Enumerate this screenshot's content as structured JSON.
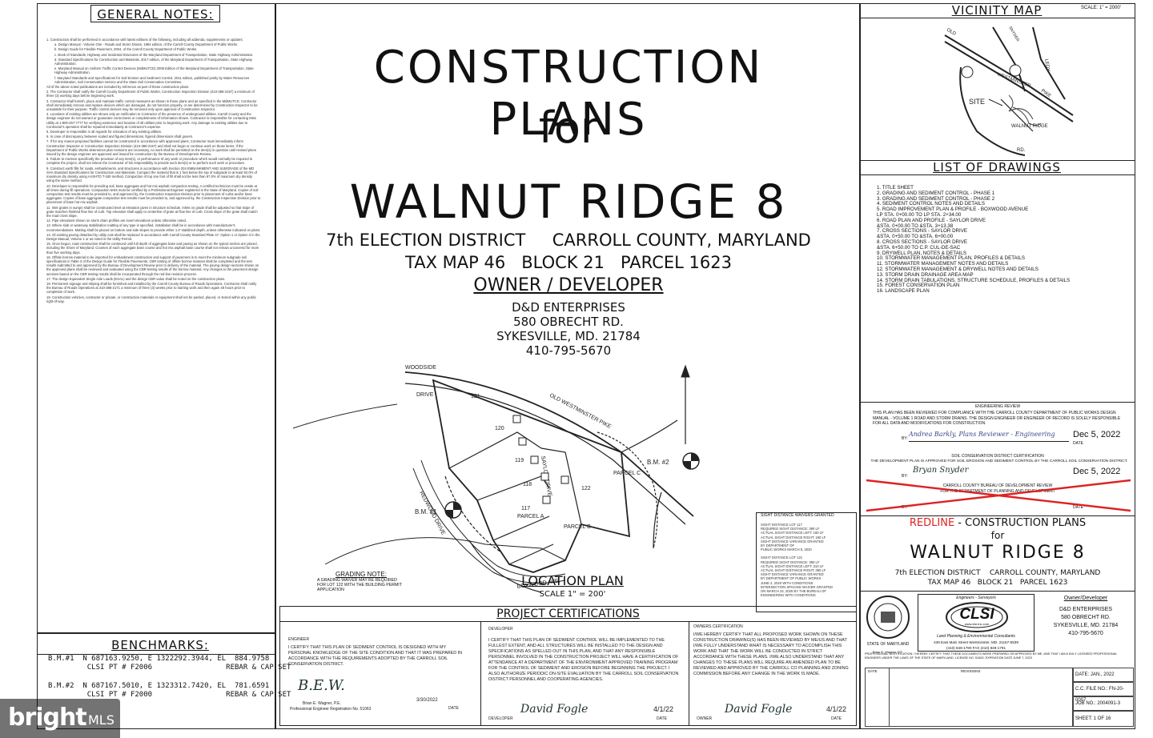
{
  "general_notes": {
    "header": "GENERAL NOTES:",
    "lines": [
      "1. Construction shall be performed in accordance with latest editions of the following, including all addenda, supplements or updates:",
      "a. Design Manual - Volume One - Roads and Storm Drains, 1994 edition, of the Carroll County Department of Public Works.",
      "b. Design Guide for Flexible Pavement, 2004, of the Carroll County Department of Public Works.",
      "c. Book of Standards, Highway and Incidental Structures of the Maryland Department of Transportation, State Highway Administration.",
      "d. Standard Specifications for Construction and Materials, 2017 edition, of the Maryland Department of Transportation, State Highway Administration.",
      "e. Maryland Manual on Uniform Traffic Control Devices (MdMUTCD) 2009 Edition of the Maryland Department of Transportation, State Highway Administration.",
      "f. Maryland Standards and Specifications for Soil Erosion and Sediment Control, 2011 edition, published jointly by Water Resources Administration, Soil Conservation Service and the State Soil Conservation Committee.",
      "All of the above noted publications are included by reference as part of these construction plans.",
      "2. The Contractor shall notify the Carroll County Department of Public Works, Construction Inspection Division (410-386-2157) a minimum of three (3) working days before beginning work.",
      "3. Contractor shall furnish, place and maintain traffic control measures as shown in these plans and as specified in the MdMUTCD. Contractor shall immediately remove and replace devices which are damaged, do not function properly, or are determined by Construction Inspector to be unsuitable for their purpose. Traffic control devices may be removed only upon approval of Construction Inspector.",
      "4. Locations of existing utilities are shown only as notification to Contractor of the presence of underground utilities. Carroll County and the design engineer do not warrant or guarantee correctness or completeness of information shown. Contractor is responsible for contacting Miss Utility at 1-800-257-7777 for verifying existence and location of all utilities prior to beginning work. Any damage to existing utilities due to Contractor's operation shall be repaired immediately at Contractor's expense.",
      "5. Developer is responsible in all regards for relocation of any existing utilities.",
      "6. In case of discrepancy between scaled and figured dimensions, figured dimensions shall govern.",
      "7. If for any reason proposed facilities cannot be constructed in accordance with approved plans, Contractor must immediately inform Construction Inspector or Construction Inspection Division (410-386-2157) and shall not begin or continue work on those items. If the Department of Public Works determines plan revisions are necessary, no work shall be permitted on the item(s) in question until revised plans issued by the design engineer are approved and issued for construction by the Bureau of Development Review.",
      "8. Failure to mention specifically the provision of any item(s), or performance of any work or procedure which would normally be required to complete the project, shall not relieve the Contractor of his responsibility to provide such item(s) or to perform such work or procedure.",
      "9. Construct earth fills for roads, embankments, and structures in accordance with Section 204 EMBANKMENT AND SUBGRADE of the MD SHA Standard Specifications for Construction and Materials. Compact the material that is 1 foot below the top of subgrade to at least 92.0% of maximum dry density using AASHTO T-180 method. Compaction of top one foot of fill shall not be less than 97.0% of maximum dry density using the same method.",
      "10. Developer is responsible for providing soil, base aggregate and hot mix asphalt compaction testing. A certified technician must be onsite at all times during fill operations. Compaction tests must be certified by a Professional Engineer registered in the State of Maryland. Copies of soil compaction test results must be provided to, and approved by, the Construction Inspection Division prior to placement of curbs and/or base aggregate. Copies of base aggregate compaction test results must be provided to, and approved by, the Construction Inspection Division prior to placement of base hot mix asphalt.",
      "11. Inlet grates in sumps shall be constructed level at elevation given in structure schedule. Inlets on grade shall be adjusted so that slope of grate matches finished flow line of curb. Top elevation shall apply to centerline of grate at flow line of curb. Cross slope of the grate shall match the road cross slope.",
      "12. Pipe elevations shown on storm drain profiles are invert elevations unless otherwise noted.",
      "13. Where slab or waterway stabilization matting of any type is specified, installation shall be in accordance with manufacturer's recommendations. Matting shall be placed on bottom and side slopes to provide either 1.0' stabilized depth, unless otherwise indicated on plans.",
      "14. All existing paving disturbed by utility cuts shall be replaced in accordance with Carroll County Standard Plate 47, Option 1 or Option 3 in the Design Manual, Volume 1 or as noted in the Utility Permit.",
      "15. Once begun, road construction shall be continued until full depth of aggregate base and paving as shown on the typical section are placed, including the Shore of Maryland. Courses of each aggregate base course and hot mix asphalt base course shall not remain uncovered for more than five working days.",
      "16. Offsite borrow material to be imported for embankment construction and support of pavement is to meet the minimum subgrade soil specifications in Table 3 of the Design Guide for Flexible Pavements. CBR testing of offsite borrow material shall be completed and the test results submitted to and approved by the Bureau of Development Review prior to delivery of the material. The paving design sections shown on the approved plans shall be reviewed and evaluated using the CBR testing results of the borrow material. Any changes to the pavement design sections based on the CBR testing results shall be incorporated through the red-line revision process.",
      "17. The design Equivalent Single Axle Loads (ESAL) and the design CBR value shall be noted on the construction plans.",
      "18. Permanent signage and striping shall be furnished and installed by the Carroll County Bureau of Roads Operations. Contractor shall notify the Bureau of Roads Operations at 410-386-2171 a minimum of three (3) weeks prior to starting work and then again 48 hours prior to completion of work.",
      "19. Construction vehicles, contractor or private, or construction materials or equipment shall not be parked, placed, or stored within any public right-of-way."
    ]
  },
  "benchmarks": {
    "header": "BENCHMARKS:",
    "rows": [
      "B.M.#1  N 687163.9250, E 1322292.3944, EL  884.9758\n         CLSI PT # F2006                 REBAR & CAP SET",
      "B.M.#2  N 687167.5010, E 1323312.7420, EL  781.6591\n         CLSI PT # F2000                 REBAR & CAP SET"
    ]
  },
  "title": {
    "line1": "CONSTRUCTION PLANS",
    "line2": "for",
    "line3": "WALNUT RIDGE 8",
    "line4": "7th ELECTION DISTRICT     CARROLL COUNTY, MARYLAND",
    "line5": "TAX MAP 46   BLOCK 21   PARCEL 1623",
    "owner_header": "OWNER / DEVELOPER",
    "owner_lines": [
      "D&D ENTERPRISES",
      "580 OBRECHT RD.",
      "SYKESVILLE, MD. 21784",
      "410-795-5670"
    ]
  },
  "location_plan": {
    "label": "LOCATION PLAN",
    "scale": "SCALE  1\" = 200'",
    "roads": [
      "WOODSIDE",
      "DRIVE",
      "OLD WESTMINSTER PIKE",
      "REDWOOD DRIVE",
      "BOXWOOD AVE.",
      "SAYLOR DRIVE"
    ],
    "lots": [
      "121",
      "120",
      "119",
      "118",
      "117",
      "122"
    ],
    "parcels": [
      "PARCEL C",
      "PARCEL A",
      "PARCEL B"
    ],
    "benchmarks": [
      "B.M. #1",
      "B.M. #2"
    ],
    "grading_note_title": "GRADING NOTE:",
    "grading_note_body": "A GRADING WAIVER MAY BE REQUIRED FOR LOT 122 WITH THE BUILDING PERMIT APPLICATION",
    "sight_title": "SIGHT DISTANCE WAIVERS GRANTED",
    "sight_lines": [
      "SIGHT DISTANCE LOT 117",
      "REQUIRED SIGHT DISTANCE: 390 LF",
      "ACTUAL SIGHT DISTANCE LEFT: 180 LF",
      "ACTUAL SIGHT DISTANCE RIGHT: 180 LF",
      "SIGHT DISTANCE VARIANCE GRANTED",
      "BY DEPARTMENT OF",
      "PUBLIC WORKS MARCH 5, 2020",
      "",
      "SIGHT DISTANCE LOT 121",
      "REQUIRED SIGHT DISTANCE: 390 LF",
      "ACTUAL SIGHT DISTANCE LEFT: 310 LF",
      "ACTUAL SIGHT DISTANCE RIGHT: 390 LF",
      "SIGHT DISTANCE VARIANCE GRANTED",
      "BY DEPARTMENT OF PUBLIC WORKS",
      "JUNE 2, 2020 WITH CONDITIONS",
      "INTERSECTION SPACING WAIVER GRANTED",
      "ON MARCH 23, 2020 BY THE BUREAU OF",
      "ENGINEERING WITH CONDITIONS"
    ]
  },
  "certifications": {
    "header": "PROJECT CERTIFICATIONS",
    "engineer_label": "ENGINEER",
    "engineer_text": "I CERTIFY THAT THIS PLAN OF SEDIMENT CONTROL IS DESIGNED WITH MY PERSONAL KNOWLEDGE OF THE SITE CONDITION AND THAT IT WAS PREPARED IN ACCORDANCE WITH THE REQUIREMENTS ADOPTED BY THE CARROLL SOIL CONSERVATION DISTRICT.",
    "engineer_name": "Brian E. Wagner, P.E.",
    "engineer_reg": "Professional Engineer Registration No. 51063",
    "engineer_date": "3/30/2022",
    "date_label": "DATE",
    "developer_label": "DEVELOPER",
    "developer_text": "I CERTIFY THAT THIS PLAN OF SEDIMENT CONTROL WILL BE IMPLEMENTED TO THE FULLEST EXTENT, AND ALL STRUCTURES WILL BE INSTALLED TO THE DESIGN AND SPECIFICATIONS AS SPELLED OUT IN THIS PLAN, AND THAT ANY RESPONSIBLE PERSONNEL INVOLVED IN THE CONSTRUCTION PROJECT WILL HAVE A CERTIFICATION OF ATTENDANCE AT A DEPARTMENT OF THE ENVIRONMENT APPROVED TRAINING PROGRAM FOR THE CONTROL OF SEDIMENT AND EROSION BEFORE BEGINNING THE PROJECT. I ALSO AUTHORIZE PERIODIC ON-SITE EVALUATION BY THE CARROLL SOIL CONSERVATION DISTRICT PERSONNEL AND COOPERATING AGENCIES.",
    "developer_sig_label": "DEVELOPER",
    "developer_date": "4/1/22",
    "owner_label": "OWNERS CERTIFICATION",
    "owner_text": "I/WE HEREBY CERTIFY THAT ALL PROPOSED WORK SHOWN ON THESE CONSTRUCTION DRAWING(S) HAS BEEN REVIEWED BY ME/US AND THAT I/WE FULLY UNDERSTAND WHAT IS NECESSARY TO ACCOMPLISH THIS WORK AND THAT THE WORK WILL BE CONDUCTED IN STRICT ACCORDANCE WITH THESE PLANS. I/WE ALSO UNDERSTAND THAT ANY CHANGES TO THESE PLANS WILL REQUIRE AN AMENDED PLAN TO BE REVIEWED AND APPROVED BY THE CARROLL CO PLANNING AND ZONING COMMISSION BEFORE ANY CHANGE IN THE WORK IS MADE.",
    "owner_sig_label": "OWNER",
    "owner_date": "4/1/22"
  },
  "vicinity": {
    "header": "VICINITY MAP",
    "scale": "SCALE: 1\" = 2000'",
    "labels": [
      "SITE",
      "WALNUT RIDGE",
      "WESTMINSTER",
      "PIKE",
      "LEDY",
      "OLD",
      "RD.",
      "SNYDER"
    ]
  },
  "drawings": {
    "header": "LIST OF DRAWINGS",
    "items": [
      "1. TITLE SHEET",
      "2. GRADING AND SEDIMENT CONTROL - PHASE 1",
      "3. GRADING AND SEDIMENT CONTROL - PHASE 2",
      "4. SEDIMENT CONTROL NOTES AND DETAILS",
      "5. ROAD IMPROVEMENT PLAN & PROFILE - BOXWOOD AVENUE",
      "   LP STA. 0+00.00 TO LP STA. 2+34.00",
      "6. ROAD PLAN AND PROFILE - SAYLOR DRIVE",
      "   &STA. 0+00.00 TO &STA. 3+13.38",
      "7. CROSS SECTIONS - SAYLOR DRIVE",
      "   &STA. 0+50.00 TO &STA. 6+00.00",
      "8. CROSS SECTIONS - SAYLOR DRIVE",
      "   &STA. 6+50.00 TO C.P. CUL-DE-SAC",
      "9. DRYWELL PLAN, NOTES & DETAILS",
      "10. STORMWATER MANAGEMENT PLAN, PROFILES & DETAILS",
      "11. STORMWATER MANAGEMENT NOTES AND DETAILS",
      "12. STORMWATER MANAGEMENT & DRYWELL NOTES AND DETAILS",
      "13. STORM DRAIN DRAINAGE AREA MAP",
      "14. STORM DRAIN TABULATIONS, STRUCTURE SCHEDULE, PROFILES & DETAILS",
      "15. FOREST CONSERVATION PLAN",
      "16. LANDSCAPE PLAN"
    ]
  },
  "review": {
    "eng_header": "ENGINEERING REVIEW",
    "eng_text": "THIS PLAN HAS BEEN REVIEWED FOR COMPLIANCE WITH THE CARROLL COUNTY DEPARTMENT OF PUBLIC WORKS DESIGN MANUAL - VOLUME 1 ROAD AND STORM DRAINS. THE DESIGN ENGINEER OR ENGINEER OF RECORD IS SOLELY RESPONSIBLE FOR ALL DATA AND MODIFICATIONS FOR CONSTRUCTION.",
    "by_label": "BY:",
    "eng_sig": "Andrea Barkly, Plans Reviewer - Engineering",
    "eng_date": "Dec 5, 2022",
    "date_label": "DATE",
    "soil_header": "SOIL CONSERVATION DISTRICT CERTIFICATION",
    "soil_text": "THE DEVELOPMENT PLAN IS APPROVED FOR SOIL EROSION AND SEDIMENT CONTROL BY THE CARROLL SOIL CONSERVATION DISTRICT.",
    "soil_sig": "Bryan Snyder",
    "soil_date": "Dec 5, 2022",
    "bureau_header": "CARROLL COUNTY BUREAU OF DEVELOPMENT REVIEW",
    "bureau_text": "FOR THE DEPARTMENT OF PLANNING AND DEVELOPMENT",
    "redline_word": "REDLINE",
    "redline_rest": " - CONSTRUCTION PLANS",
    "mini_for": "for",
    "mini_title": "WALNUT RIDGE 8",
    "mini_line1": "7th ELECTION DISTRICT    CARROLL COUNTY, MARYLAND",
    "mini_line2": "TAX MAP 46   BLOCK 21   PARCEL 1623"
  },
  "titleblock": {
    "seal_text": "STATE OF MARYLAND",
    "seal_name": "Brian E. Wagner, P.E.",
    "clsi_top": "Engineers - Surveyors",
    "clsi": "CLSI",
    "clsi_web": "www.clsi-inc.com",
    "clsi_sub": "Land Planning & Environmental Consultants",
    "clsi_addr": "439 East Main Street Westminster, MD. 21157-5539",
    "clsi_phone": "(410) 848-1790  FAX (410) 848-1791",
    "owner_dev_label": "Owner/Developer",
    "owner_dev_lines": [
      "D&D ENTERPRISES",
      "580 OBRECHT RD.",
      "SYKESVILLE, MD. 21784",
      "410-795-5670"
    ],
    "cert_text": "PROFESSIONAL CERTIFICATION: I HEREBY CERTIFY THAT THESE DOCUMENTS WERE PREPARED OR APPROVED BY ME, AND THAT I AM A DULY LICENSED PROFESSIONAL ENGINEER UNDER THE LAWS OF THE STATE OF MARYLAND. LICENSE NO. 51063, EXPIRATION DATE JUNE 7, 2023",
    "date_field": "DATE: JAN., 2022",
    "cc_field": "C.C. FILE NO.: FN-20-0007",
    "job_field": "JOB NO.: 2004091-3",
    "sheet_field": "SHEET:   1   OF 16",
    "rev_date": "DATE",
    "rev_revisions": "REVISIONS"
  },
  "watermark": "bright",
  "watermark_mls": "MLS"
}
